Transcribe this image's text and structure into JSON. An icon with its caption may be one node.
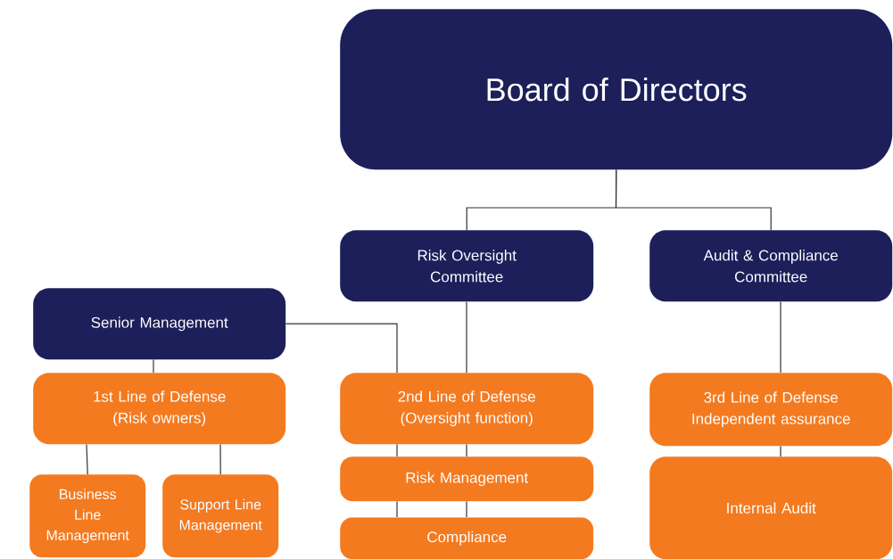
{
  "diagram": {
    "nodes": [
      {
        "text": [
          "Board of Directors"
        ]
      },
      {
        "text": [
          "Risk Oversight Committee"
        ]
      },
      {
        "text": [
          "Audit & Compliance Committee"
        ]
      },
      {
        "text": [
          "Senior Management"
        ]
      },
      {
        "text": [
          "1st Line of Defense (Risk owners)"
        ]
      },
      {
        "text": [
          "2nd Line of Defense (Oversight function)"
        ]
      },
      {
        "text": [
          "3rd Line of Defense Independent assurance"
        ]
      },
      {
        "text": [
          "Business Line Management"
        ]
      },
      {
        "text": [
          "Support Line Management"
        ]
      },
      {
        "text": [
          "Risk Management"
        ]
      },
      {
        "text": [
          "Compliance"
        ]
      },
      {
        "text": [
          "Internal Audit"
        ]
      }
    ],
    "edges": [
      {
        "from": 0,
        "to": 1,
        "arrow": "none"
      },
      {
        "from": 0,
        "to": 2,
        "arrow": "none"
      },
      {
        "from": 1,
        "to": 5,
        "arrow": "none"
      },
      {
        "from": 2,
        "to": 6,
        "arrow": "none"
      },
      {
        "from": 3,
        "to": 4,
        "arrow": "none"
      },
      {
        "from": 3,
        "to": 5,
        "arrow": "none"
      },
      {
        "from": 4,
        "to": 7,
        "arrow": "none"
      },
      {
        "from": 4,
        "to": 8,
        "arrow": "none"
      },
      {
        "from": 5,
        "to": 9,
        "arrow": "none"
      },
      {
        "from": 5,
        "to": 9,
        "arrow": "none"
      },
      {
        "from": 9,
        "to": 10,
        "arrow": "none"
      },
      {
        "from": 9,
        "to": 10,
        "arrow": "none"
      },
      {
        "from": 6,
        "to": 11,
        "arrow": "none"
      }
    ]
  }
}
